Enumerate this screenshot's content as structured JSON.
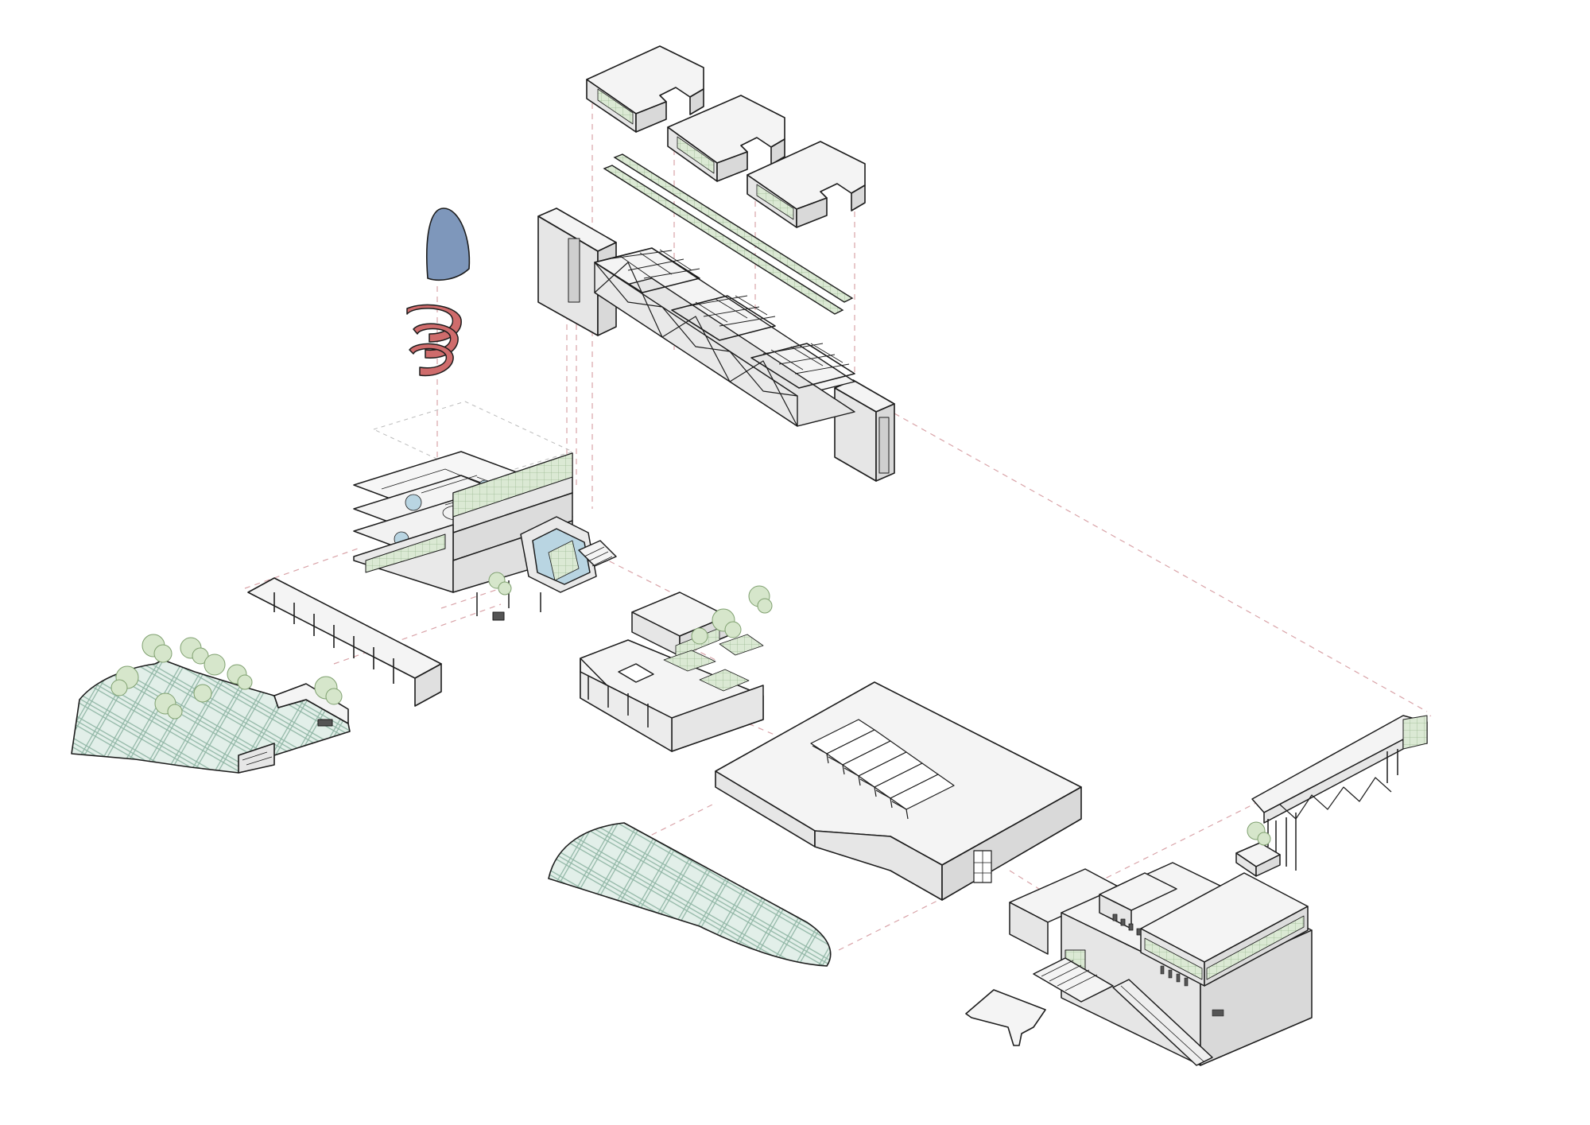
{
  "diagram": {
    "colors": {
      "background": "#ffffff",
      "stroke": "#1c1c1c",
      "face_top": "#f4f4f4",
      "face_left": "#e6e6e6",
      "face_right": "#d9d9d9",
      "glazing": "#dbe9d4",
      "pattern_stroke": "#8fb5a4",
      "pattern_fill": "#e2efe9",
      "guide": "#d9a3a8",
      "tree": "#b6d0a6",
      "dome": "#7e97bb",
      "spiral": "#cf6c6c",
      "pool": "#b9d5e2"
    },
    "components": [
      "roof-volume",
      "roof-volume",
      "roof-volume",
      "clerestory-strip",
      "truss-bridge",
      "stair-core",
      "stair-core",
      "dome-shell",
      "spiral-ramp",
      "museum-core",
      "canopy",
      "garden-terrace",
      "pavilion",
      "warehouse-hall",
      "plaza-paving",
      "annex-building",
      "sculpture-canopy",
      "sky-bridge",
      "planter"
    ]
  }
}
